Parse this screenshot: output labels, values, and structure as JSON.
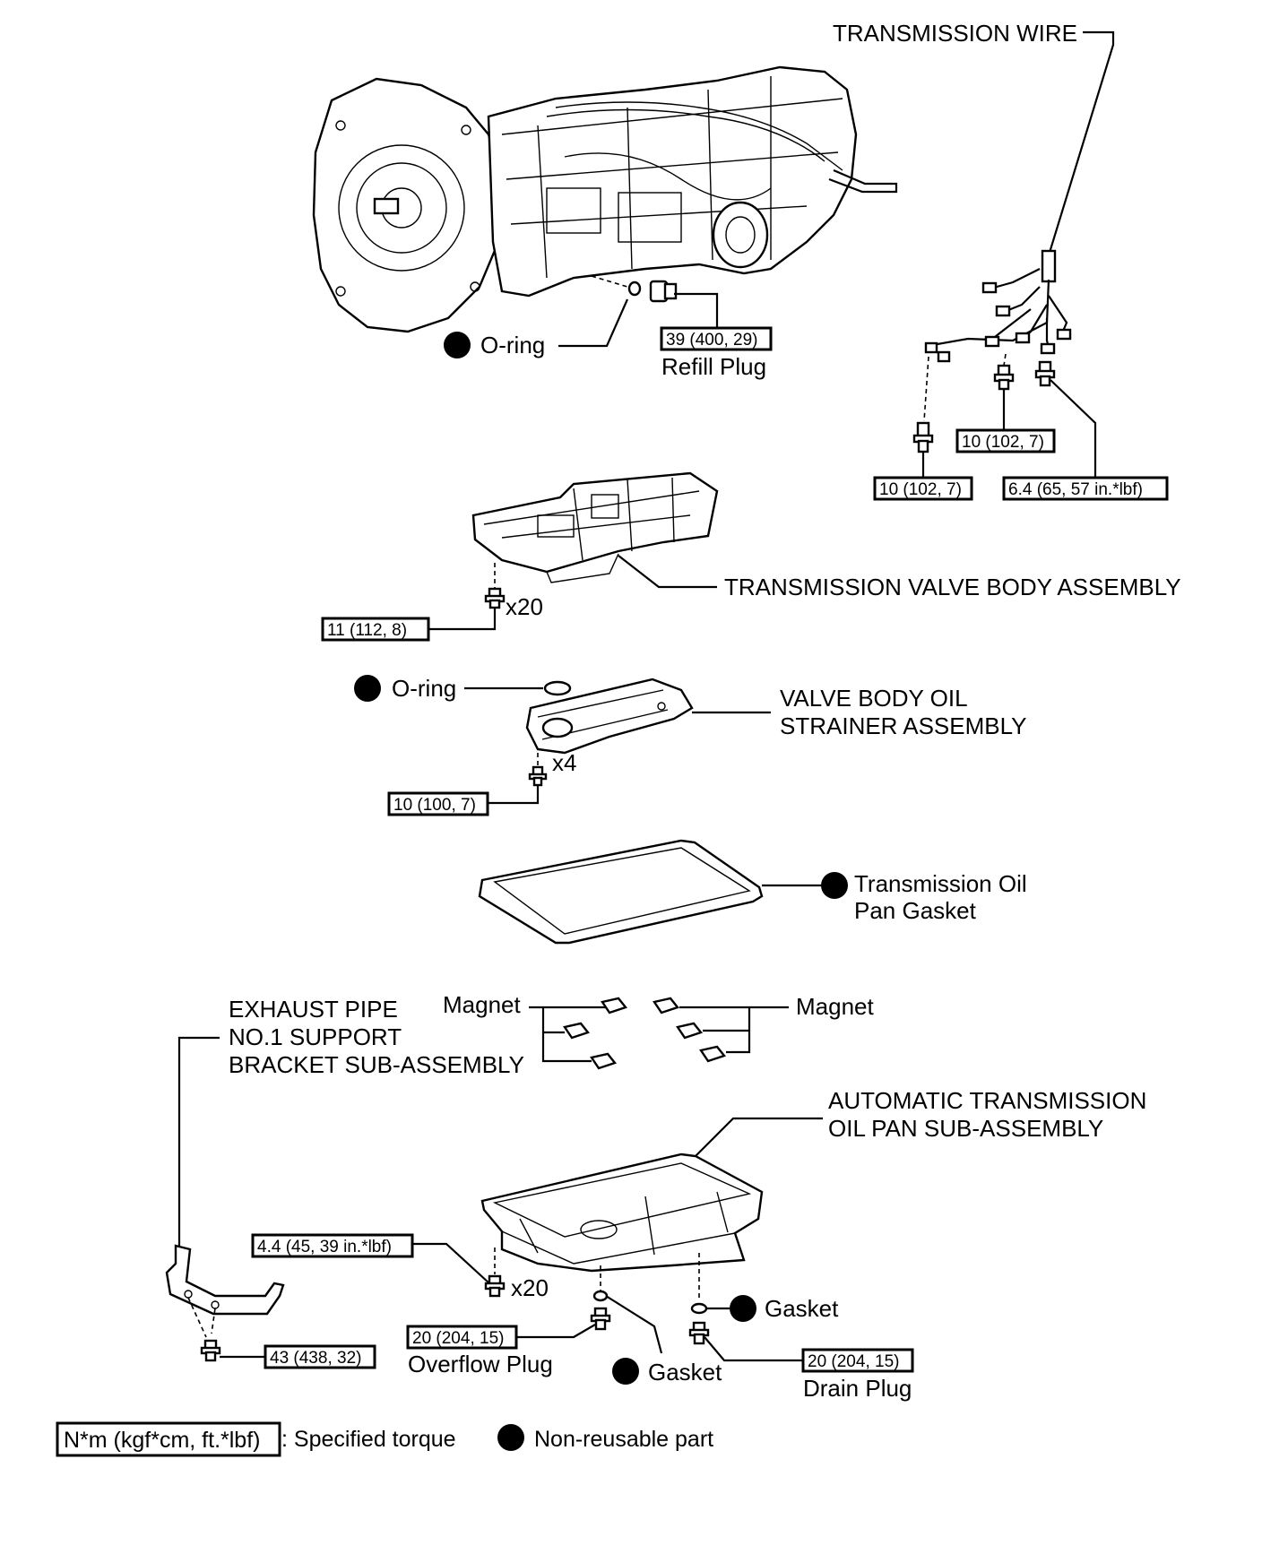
{
  "labels": {
    "transmission_wire": "TRANSMISSION WIRE",
    "oring_top": "O-ring",
    "refill_plug": "Refill Plug",
    "valve_body": "TRANSMISSION VALVE BODY ASSEMBLY",
    "x20_valve": "x20",
    "oring_strainer": "O-ring",
    "strainer_line1": "VALVE BODY OIL",
    "strainer_line2": "STRAINER ASSEMBLY",
    "x4": "x4",
    "gasket_line1": "Transmission Oil",
    "gasket_line2": "Pan Gasket",
    "exhaust_line1": "EXHAUST PIPE",
    "exhaust_line2": "NO.1 SUPPORT",
    "exhaust_line3": "BRACKET SUB-ASSEMBLY",
    "magnet_left": "Magnet",
    "magnet_right": "Magnet",
    "oilpan_line1": "AUTOMATIC TRANSMISSION",
    "oilpan_line2": "OIL PAN SUB-ASSEMBLY",
    "x20_pan": "x20",
    "overflow_plug": "Overflow Plug",
    "gasket_overflow": "Gasket",
    "gasket_drain": "Gasket",
    "drain_plug": "Drain Plug"
  },
  "torques": {
    "refill_plug": "39 (400, 29)",
    "wire_bolt_mid": "10 (102, 7)",
    "wire_bolt_left": "10 (102, 7)",
    "wire_bolt_right": "6.4 (65, 57 in.*lbf)",
    "valve_body_bolts": "11 (112, 8)",
    "strainer_bolts": "10 (100, 7)",
    "oil_pan_bolts": "4.4 (45, 39 in.*lbf)",
    "overflow_plug": "20 (204, 15)",
    "drain_plug": "20 (204, 15)",
    "bracket_bolt": "43 (438, 32)"
  },
  "legend": {
    "torque_box": "N*m (kgf*cm, ft.*lbf)",
    "torque_text": ": Specified torque",
    "nonreusable_text": "Non-reusable part"
  }
}
